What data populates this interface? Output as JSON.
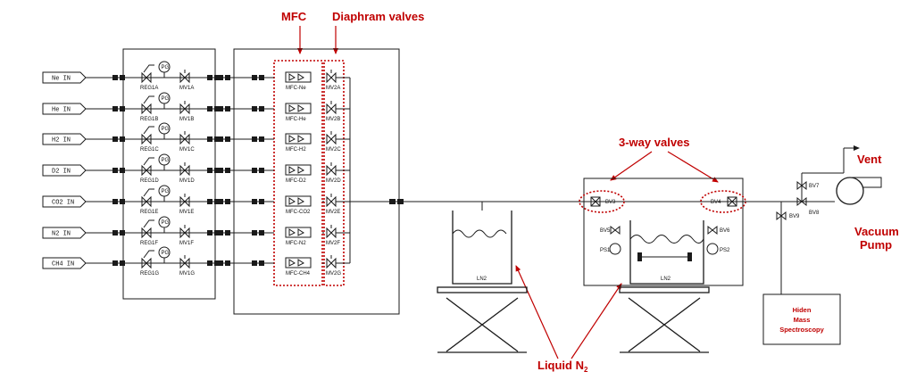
{
  "annotations": {
    "mfc": "MFC",
    "diaphragm": "Diaphram valves",
    "three_way": "3-way valves",
    "vent": "Vent",
    "pump_line1": "Vacuum",
    "pump_line2": "Pump",
    "liquid_n2_main": "Liquid N",
    "liquid_n2_sub": "2"
  },
  "gas_lines": [
    {
      "inlet": "Ne IN",
      "reg": "REG1A",
      "mv1": "MV1A",
      "mfc": "MFC-Ne",
      "mv2": "MV2A",
      "gauge": "PG"
    },
    {
      "inlet": "He IN",
      "reg": "REG1B",
      "mv1": "MV1B",
      "mfc": "MFC-He",
      "mv2": "MV2B",
      "gauge": "PG"
    },
    {
      "inlet": "H2 IN",
      "reg": "REG1C",
      "mv1": "MV1C",
      "mfc": "MFC-H2",
      "mv2": "MV2C",
      "gauge": "PG"
    },
    {
      "inlet": "D2 IN",
      "reg": "REG1D",
      "mv1": "MV1D",
      "mfc": "MFC-D2",
      "mv2": "MV2D",
      "gauge": "PG"
    },
    {
      "inlet": "CO2 IN",
      "reg": "REG1E",
      "mv1": "MV1E",
      "mfc": "MFC-CO2",
      "mv2": "MV2E",
      "gauge": "PG"
    },
    {
      "inlet": "N2 IN",
      "reg": "REG1F",
      "mv1": "MV1F",
      "mfc": "MFC-N2",
      "mv2": "MV2F",
      "gauge": "PG"
    },
    {
      "inlet": "CH4 IN",
      "reg": "REG1G",
      "mv1": "MV1G",
      "mfc": "MFC-CH4",
      "mv2": "MV2G",
      "gauge": "PG"
    }
  ],
  "trap": {
    "bv3": "BV3",
    "bv4": "BV4",
    "bv5": "BV5",
    "bv6": "BV6",
    "ps1": "PS1",
    "ps2": "PS2",
    "dewar1": "LN2",
    "dewar2": "LN2"
  },
  "exhaust": {
    "bv7": "BV7",
    "bv8": "BV8",
    "bv9": "BV9",
    "ms_line1": "Hiden",
    "ms_line2": "Mass",
    "ms_line3": "Spectroscopy"
  }
}
